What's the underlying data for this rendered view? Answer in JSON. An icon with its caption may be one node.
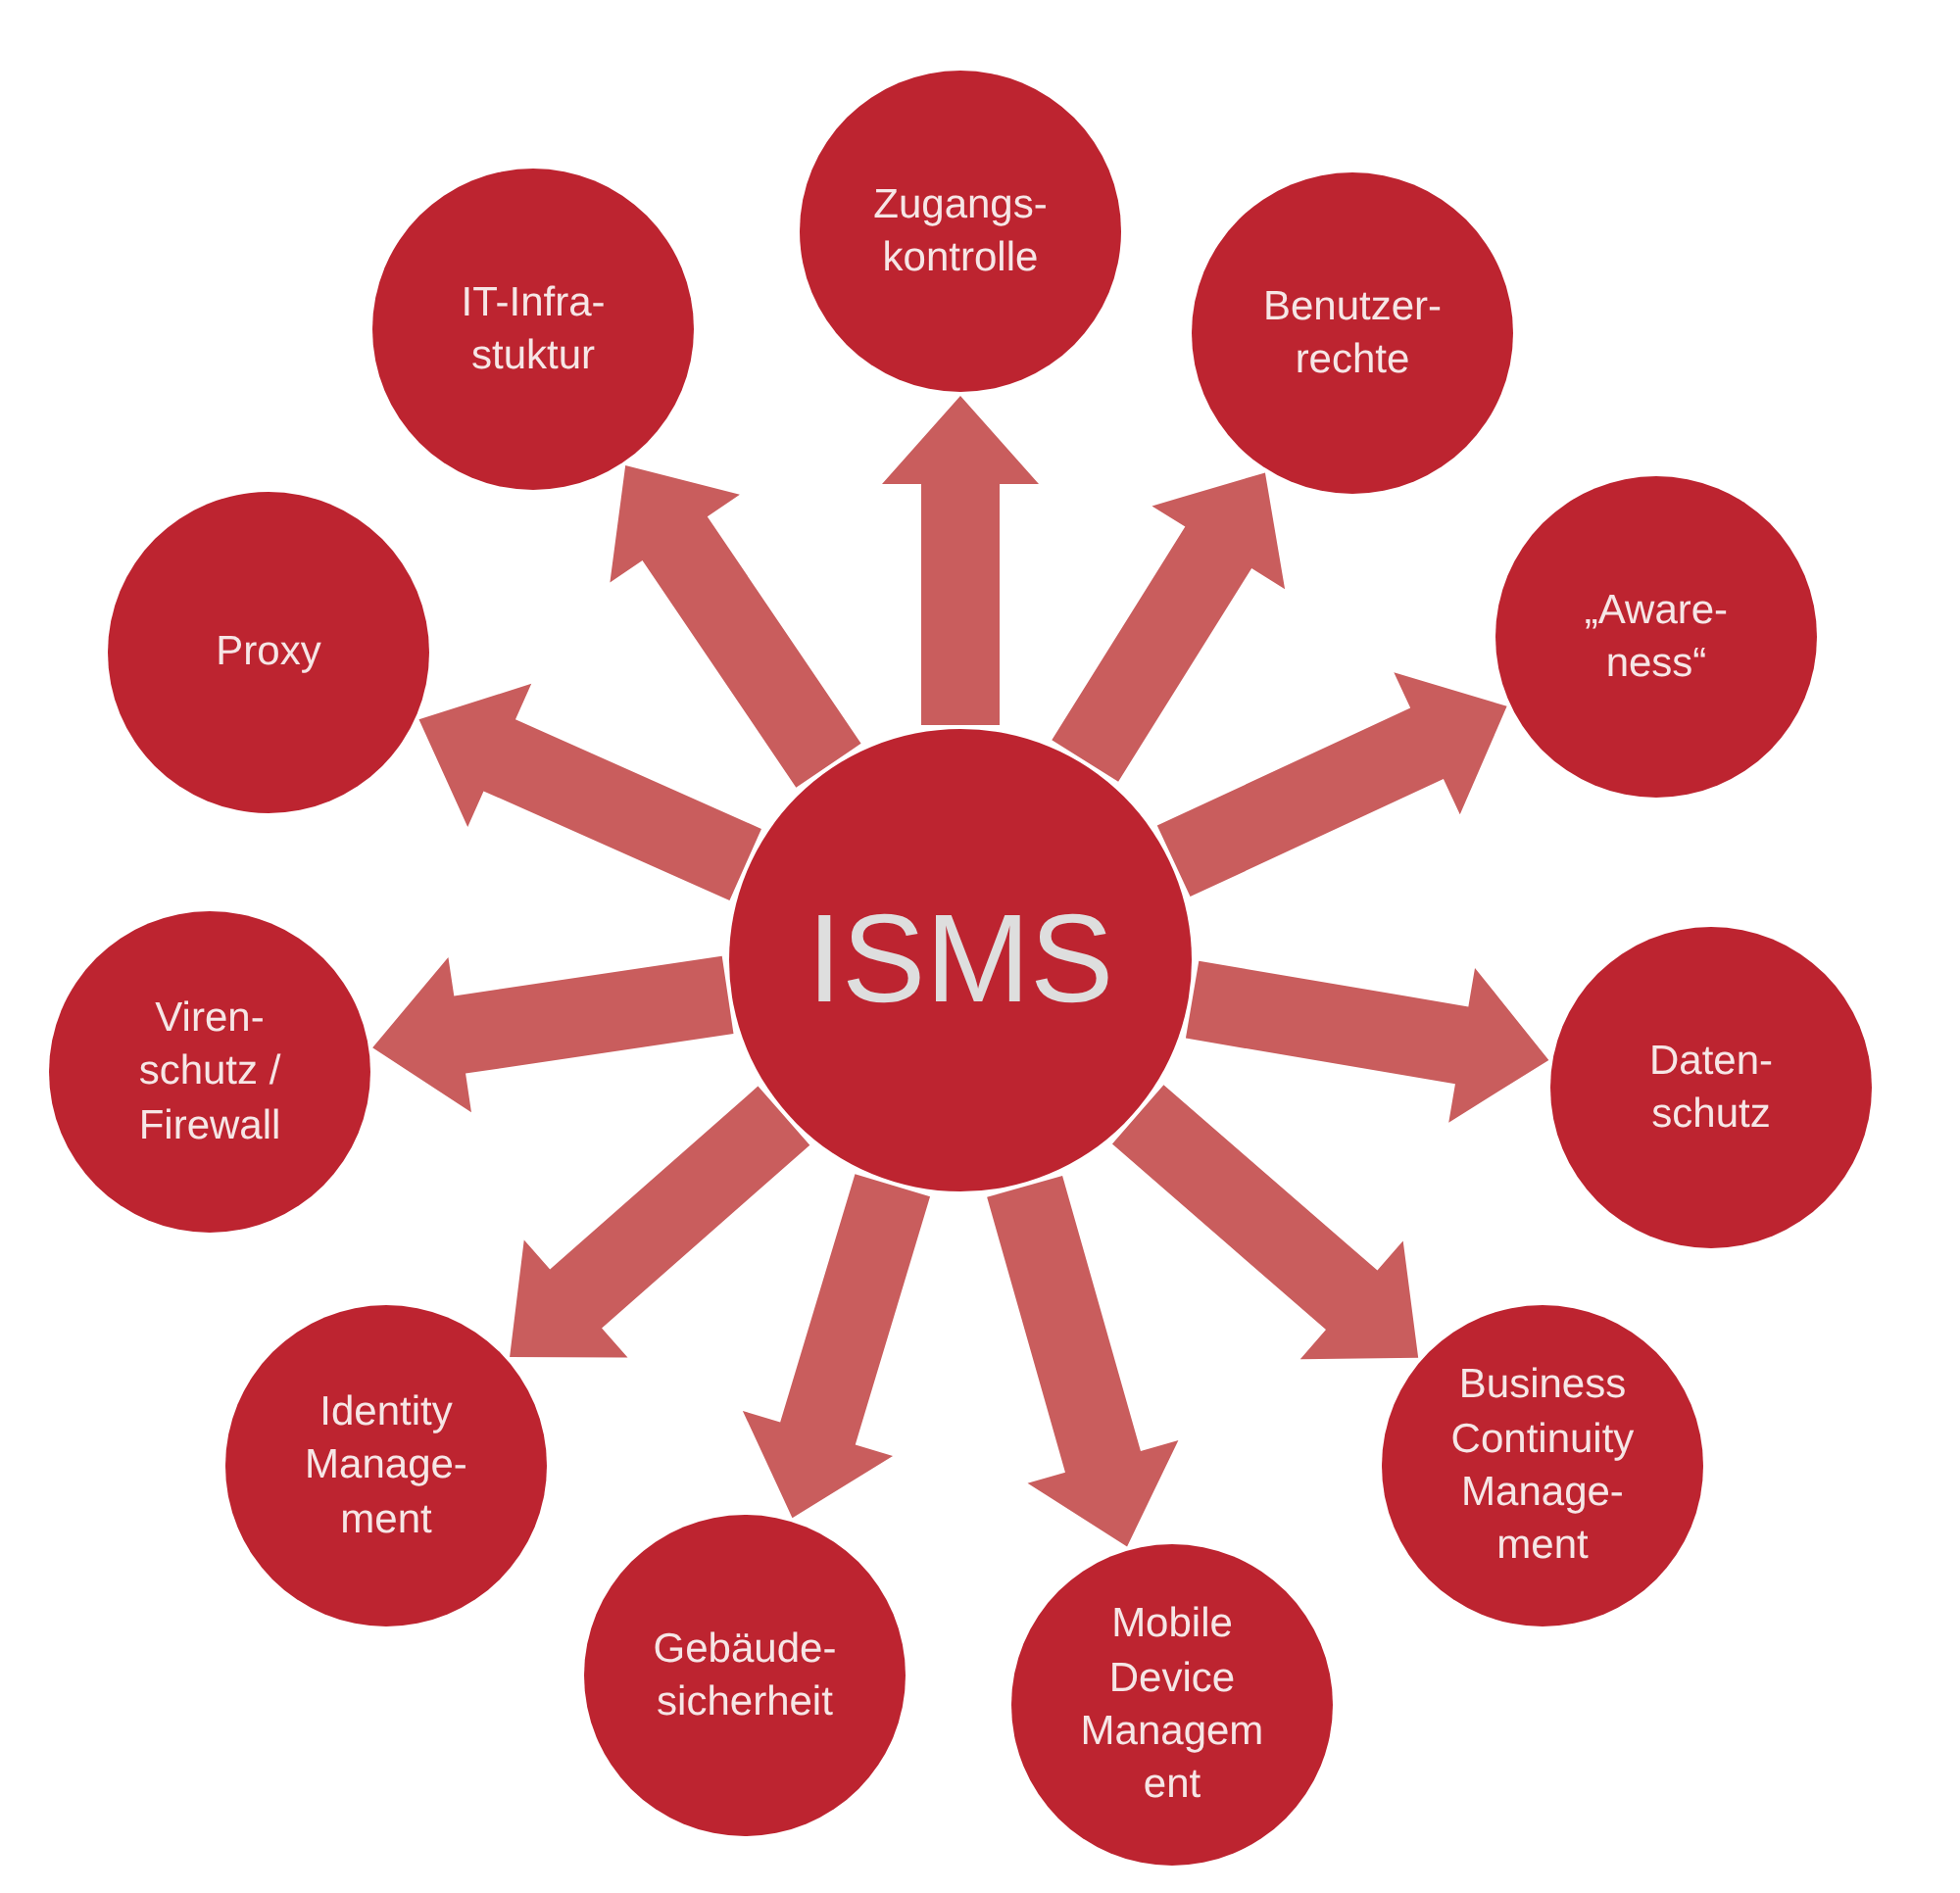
{
  "diagram": {
    "nodes": [
      {
        "text": [
          "ISMS"
        ]
      },
      {
        "text": [
          "Zugangs- kontrolle"
        ]
      },
      {
        "text": [
          "Benutzer- rechte"
        ]
      },
      {
        "text": [
          "„Aware- ness“"
        ]
      },
      {
        "text": [
          "Daten- schutz"
        ]
      },
      {
        "text": [
          "Business Continuity Manage- ment"
        ]
      },
      {
        "text": [
          "Mobile Device Managem ent"
        ]
      },
      {
        "text": [
          "Gebäude- sicherheit"
        ]
      },
      {
        "text": [
          "Identity Manage- ment"
        ]
      },
      {
        "text": [
          "Viren- schutz / Firewall"
        ]
      },
      {
        "text": [
          "Proxy"
        ]
      },
      {
        "text": [
          "IT-Infra- stuktur"
        ]
      }
    ],
    "edges": [
      {
        "from": 0,
        "to": 1,
        "arrow": "to"
      },
      {
        "from": 0,
        "to": 2,
        "arrow": "to"
      },
      {
        "from": 0,
        "to": 3,
        "arrow": "to"
      },
      {
        "from": 0,
        "to": 4,
        "arrow": "to"
      },
      {
        "from": 0,
        "to": 5,
        "arrow": "to"
      },
      {
        "from": 0,
        "to": 6,
        "arrow": "to"
      },
      {
        "from": 0,
        "to": 7,
        "arrow": "to"
      },
      {
        "from": 0,
        "to": 8,
        "arrow": "to"
      },
      {
        "from": 0,
        "to": 9,
        "arrow": "to"
      },
      {
        "from": 0,
        "to": 10,
        "arrow": "to"
      },
      {
        "from": 0,
        "to": 11,
        "arrow": "to"
      }
    ]
  }
}
